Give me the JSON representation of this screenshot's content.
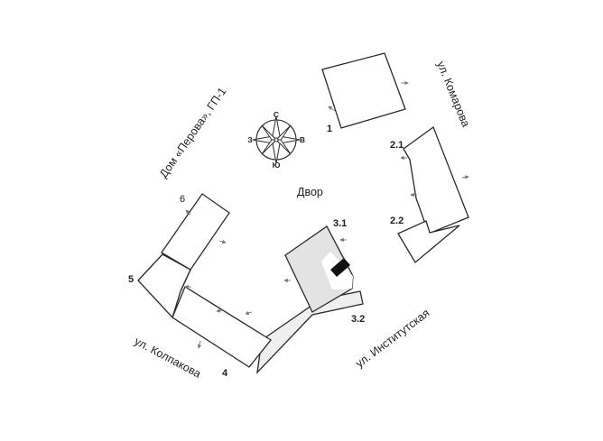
{
  "streets": {
    "komarova": "ул. Комарова",
    "house_perova": "Дом «Перова», ГП-1",
    "kolpakova": "ул. Колпакова",
    "institutskaya": "ул. Институтская"
  },
  "yard_label": "Двор",
  "compass": {
    "north": "С",
    "south": "Ю",
    "west": "З",
    "east": "В"
  },
  "buildings": {
    "b1": "1",
    "b2_1": "2.1",
    "b2_2": "2.2",
    "b3_1": "3.1",
    "b3_2": "3.2",
    "b4": "4",
    "b5": "5",
    "b6": "6"
  },
  "colors": {
    "outline": "#2a2a2a",
    "selected_section": "#111111",
    "section_fill": "#e3e3e3",
    "arrow": "#777777"
  }
}
